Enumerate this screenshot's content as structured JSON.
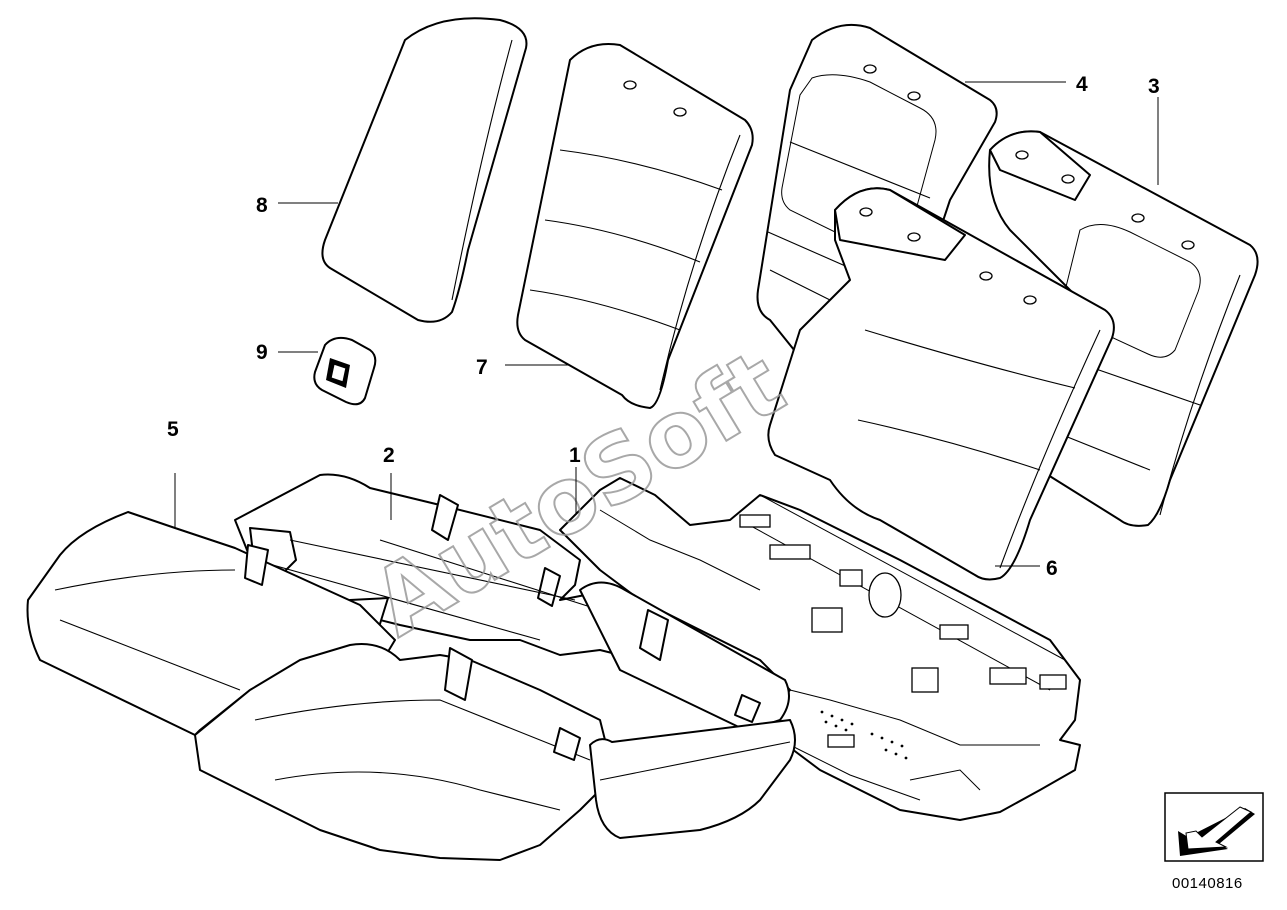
{
  "diagram": {
    "callouts": [
      "1",
      "2",
      "3",
      "4",
      "5",
      "6",
      "7",
      "8",
      "9"
    ],
    "reference_number": "00140816",
    "watermark": "AutoSoft",
    "colors": {
      "line": "#000000",
      "background": "#ffffff",
      "watermark": "#9a9a9a"
    }
  }
}
